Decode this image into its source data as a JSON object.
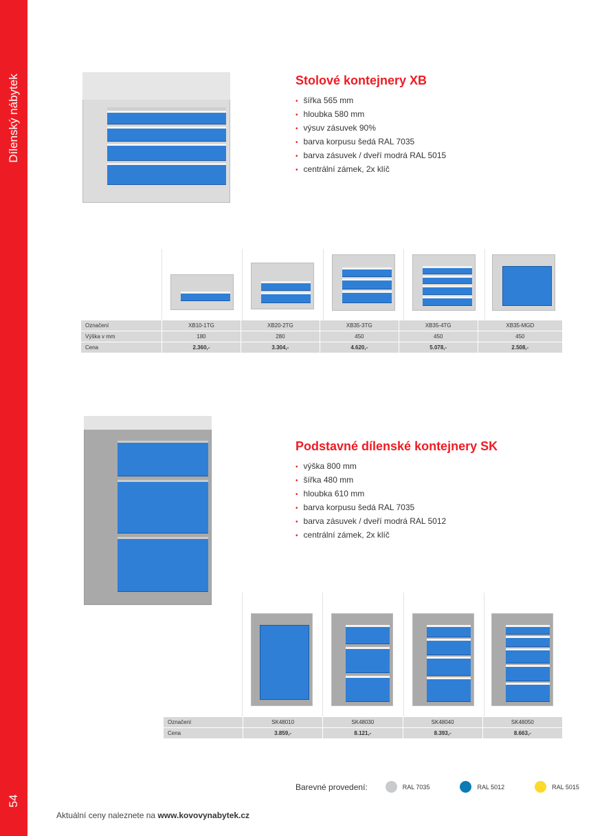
{
  "sidebar": {
    "title": "Dílenský nábytek",
    "page_number": "54"
  },
  "xb": {
    "title": "Stolové kontejnery XB",
    "features": [
      "šířka 565 mm",
      "hloubka 580 mm",
      "výsuv zásuvek 90%",
      "barva korpusu šedá RAL 7035",
      "barva zásuvek / dveří modrá RAL 5015",
      "centrální zámek, 2x klíč"
    ],
    "table": {
      "row_labels": [
        "Označení",
        "Výška v mm",
        "Cena"
      ],
      "codes": [
        "XB10-1TG",
        "XB20-2TG",
        "XB35-3TG",
        "XB35-4TG",
        "XB35-MGD"
      ],
      "heights": [
        "180",
        "280",
        "450",
        "450",
        "450"
      ],
      "prices": [
        "2.360,-",
        "3.304,-",
        "4.620,-",
        "5.078,-",
        "2.508,-"
      ]
    }
  },
  "sk": {
    "title": "Podstavné dílenské kontejnery SK",
    "features": [
      "výška 800 mm",
      "šířka 480 mm",
      "hloubka 610 mm",
      "barva korpusu šedá RAL 7035",
      "barva zásuvek / dveří modrá RAL 5012",
      "centrální zámek, 2x klíč"
    ],
    "table": {
      "row_labels": [
        "Označení",
        "Cena"
      ],
      "codes": [
        "SK48010",
        "SK48030",
        "SK48040",
        "SK48050"
      ],
      "prices": [
        "3.859,-",
        "8.121,-",
        "8.393,-",
        "8.663,-"
      ]
    }
  },
  "legend": {
    "label": "Barevné provedení:",
    "colors": [
      {
        "name": "RAL 7035",
        "hex": "#c8cacc"
      },
      {
        "name": "RAL 5012",
        "hex": "#0a7bb5"
      },
      {
        "name": "RAL 5015",
        "hex": "#fcd92b"
      }
    ]
  },
  "footer": {
    "text": "Aktuální ceny naleznete na ",
    "url": "www.kovovynabytek.cz"
  }
}
